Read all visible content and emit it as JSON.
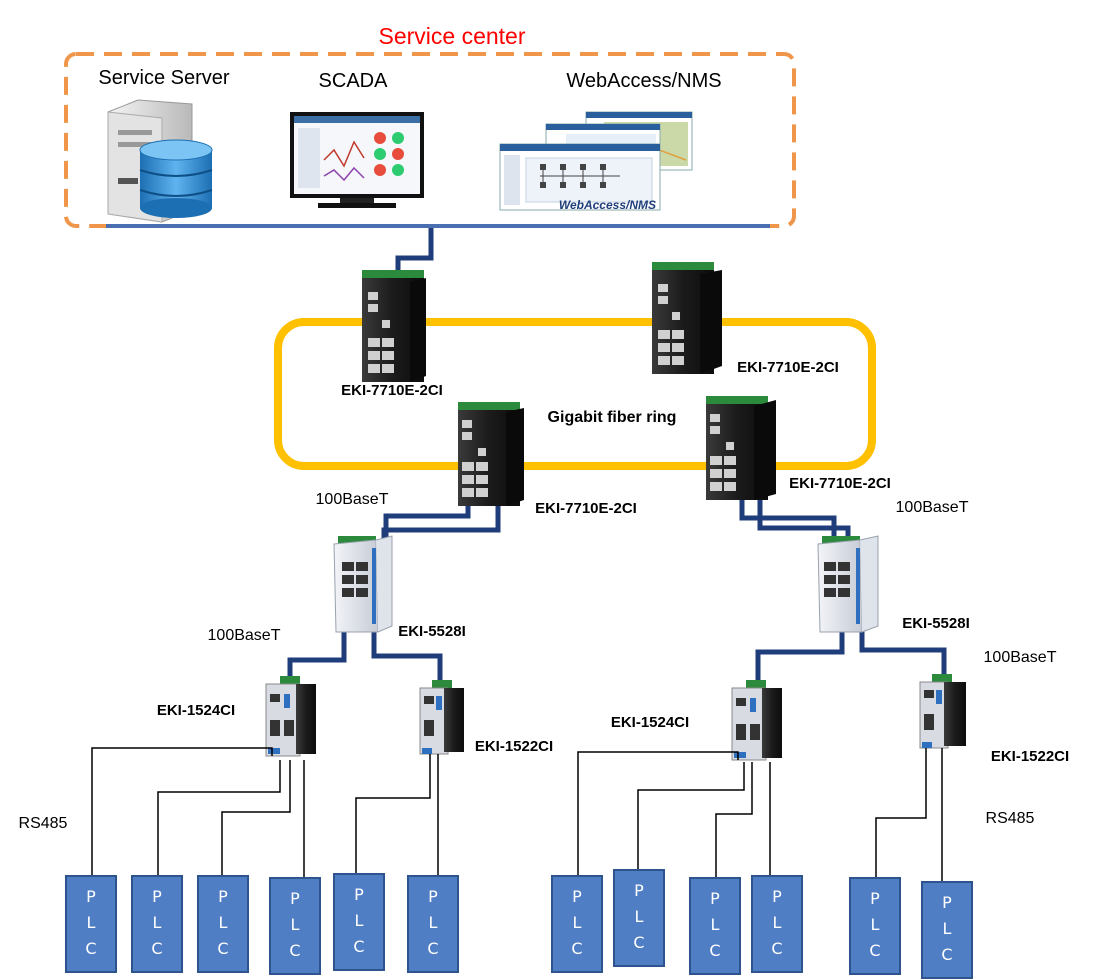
{
  "service_center": {
    "title": "Service center",
    "server_label": "Service Server",
    "scada_label": "SCADA",
    "nms_label": "WebAccess/NMS",
    "nms_logo": "WebAccess/NMS"
  },
  "ring": {
    "label": "Gigabit fiber ring",
    "switches": [
      "EKI-7710E-2CI",
      "EKI-7710E-2CI",
      "EKI-7710E-2CI",
      "EKI-7710E-2CI"
    ]
  },
  "links": {
    "base_left_top": "100BaseT",
    "base_right_top": "100BaseT",
    "base_left_mid": "100BaseT",
    "base_right_mid": "100BaseT"
  },
  "access_switches": [
    "EKI-5528I",
    "EKI-5528I"
  ],
  "serial_servers": {
    "left_1524": "EKI-1524CI",
    "left_1522": "EKI-1522CI",
    "right_1524": "EKI-1524CI",
    "right_1522": "EKI-1522CI"
  },
  "rs485": {
    "left": "RS485",
    "right": "RS485"
  },
  "plc": {
    "letters": [
      "P",
      "L",
      "C"
    ]
  },
  "colors": {
    "service_border": "#f0964a",
    "title_red": "#ff0000",
    "ring": "#ffc000",
    "link_blue": "#1f3d7a",
    "plc_fill": "#4f7ec4",
    "plc_border": "#2e548e"
  }
}
